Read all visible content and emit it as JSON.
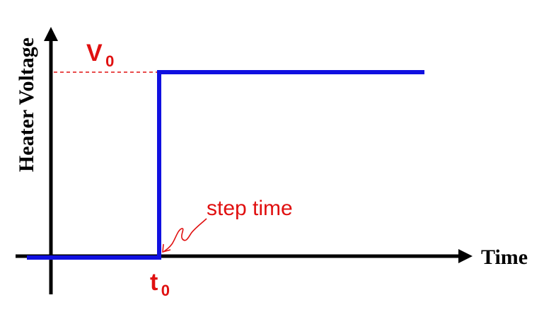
{
  "diagram": {
    "ylabel": "Heater Voltage",
    "xlabel": "Time",
    "level_label_main": "V",
    "level_label_sub": "0",
    "time_label_main": "t",
    "time_label_sub": "0",
    "annotation": "step time"
  },
  "colors": {
    "axis": "#000000",
    "signal": "#1010e0",
    "annotation": "#e01010"
  }
}
